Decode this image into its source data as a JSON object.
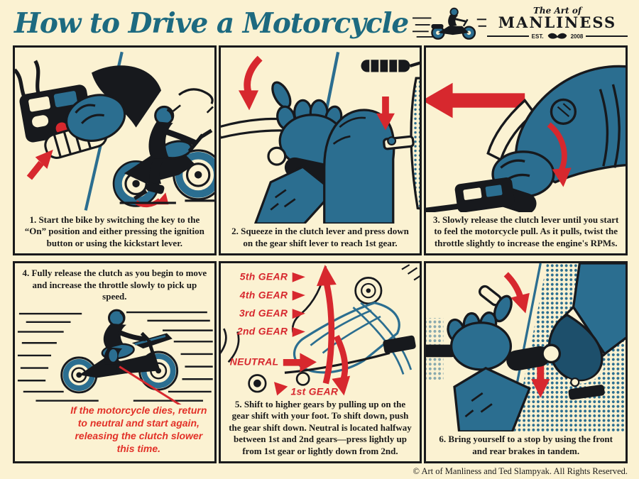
{
  "header": {
    "title": "How to Drive a Motorcycle",
    "logo": {
      "tagline": "The Art of",
      "name": "MANLINESS",
      "est": "EST.",
      "year": "2008"
    }
  },
  "panels": [
    {
      "caption": "1. Start the bike by switching the key to the “On” position and either pressing the ignition button or using the kickstart lever."
    },
    {
      "caption": "2. Squeeze in the clutch lever and press down on the gear shift lever to reach 1st gear."
    },
    {
      "caption": "3. Slowly release the clutch lever until you start to feel the motorcycle pull. As it pulls, twist the throttle slightly to increase the engine's RPMs."
    },
    {
      "caption": "4. Fully release the clutch as you begin to move and increase the throttle slowly to pick up speed.",
      "note": "If the motorcycle dies, return to neutral and start again, releasing the clutch slower this time."
    },
    {
      "caption": "5. Shift to higher gears by pulling up on the gear shift with your foot. To shift down, push the gear shift down. Neutral is located halfway between 1st and 2nd gears—press lightly up from 1st gear or lightly down from 2nd.",
      "gear_labels": {
        "fifth": "5th GEAR",
        "fourth": "4th GEAR",
        "third": "3rd GEAR",
        "second": "2nd GEAR",
        "neutral": "NEUTRAL",
        "first": "1st GEAR"
      }
    },
    {
      "caption": "6. Bring yourself to a stop by using the front and rear brakes in tandem."
    }
  ],
  "footer": {
    "copyright": "© Art of Manliness and Ted Slampyak. All Rights Reserved."
  },
  "colors": {
    "background": "#fbf2d2",
    "title_teal": "#1d6a80",
    "illustration_blue": "#2b6e90",
    "ink": "#17191d",
    "arrow_red": "#d7282e"
  }
}
